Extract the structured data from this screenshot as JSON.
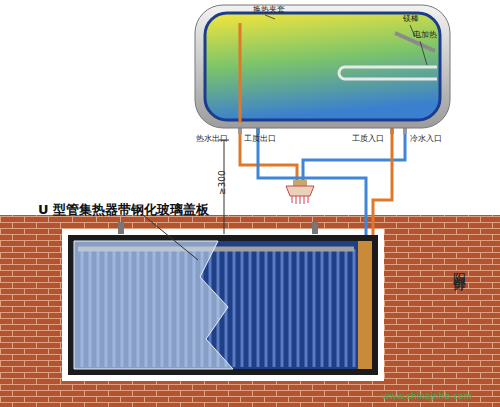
{
  "diagram": {
    "nodes": [
      {
        "text": [
          "换热夹套",
          "镁棒",
          "电加热"
        ]
      },
      {
        "text": [
          "U 型管集热器带钢化玻璃盖板"
        ]
      }
    ],
    "edges": [
      {
        "from": 0,
        "to": 1,
        "arrow": "none"
      },
      {
        "from": 1,
        "to": 0,
        "arrow": "none"
      }
    ],
    "labels": [
      "热水出口",
      "工质出口",
      "工质入口",
      "冷水入口",
      "≥300",
      "阳台部分",
      "www.chinajnhb.com"
    ]
  }
}
